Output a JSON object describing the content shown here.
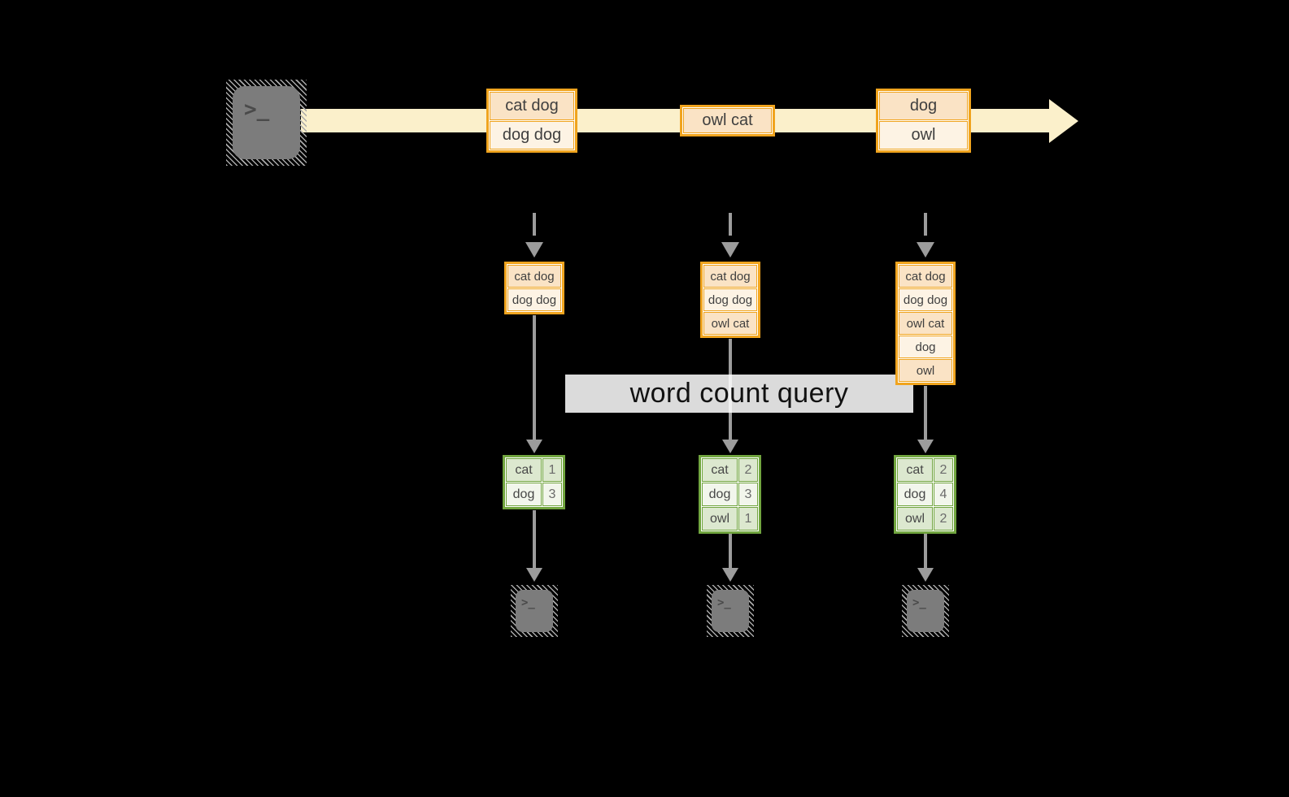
{
  "query_label": "word count query",
  "terminal": {
    "glyph": ">_"
  },
  "stream": {
    "batches": [
      [
        "cat dog",
        "dog dog"
      ],
      [
        "owl cat"
      ],
      [
        "dog",
        "owl"
      ]
    ]
  },
  "columns": [
    {
      "state": [
        "cat dog",
        "dog dog"
      ],
      "counts": [
        {
          "word": "cat",
          "count": "1"
        },
        {
          "word": "dog",
          "count": "3"
        }
      ]
    },
    {
      "state": [
        "cat dog",
        "dog dog",
        "owl cat"
      ],
      "counts": [
        {
          "word": "cat",
          "count": "2"
        },
        {
          "word": "dog",
          "count": "3"
        },
        {
          "word": "owl",
          "count": "1"
        }
      ]
    },
    {
      "state": [
        "cat dog",
        "dog dog",
        "owl cat",
        "dog",
        "owl"
      ],
      "counts": [
        {
          "word": "cat",
          "count": "2"
        },
        {
          "word": "dog",
          "count": "4"
        },
        {
          "word": "owl",
          "count": "2"
        }
      ]
    }
  ],
  "colors": {
    "accent_orange": "#f0a41e",
    "accent_green": "#71a53f",
    "stream_band": "#fbf0cb",
    "peach_dark": "#fae3c5",
    "peach_light": "#fdf3e4",
    "green_dark": "#dce8cf",
    "green_light": "#f2f6ec",
    "arrow_gray": "#9c9c9c",
    "terminal_gray": "#7c7c7c"
  }
}
